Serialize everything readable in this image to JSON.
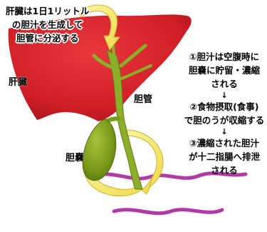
{
  "callout": {
    "lines": [
      "肝臓は1日1リットル",
      "の胆汁を生成して",
      "胆管に分泌する"
    ]
  },
  "labels": {
    "liver": "肝臓",
    "bile_duct": "胆管",
    "gallbladder": "胆嚢"
  },
  "steps": [
    {
      "lines": [
        "①胆汁は空腹時に",
        "胆嚢に貯留・濃縮",
        "される"
      ]
    },
    {
      "lines": [
        "②食物摂取(食事)",
        "で胆のうが収縮する"
      ]
    },
    {
      "lines": [
        "③濃縮された胆汁",
        "が十二指腸へ排泄",
        "される"
      ]
    }
  ],
  "step_arrow": "↓",
  "colors": {
    "liver": "#d8232a",
    "gallbladder": "#7a9a1a",
    "bile_duct": "#8cae2a",
    "arrow": "#f2e36a",
    "duodenum": "#b03aa6"
  }
}
